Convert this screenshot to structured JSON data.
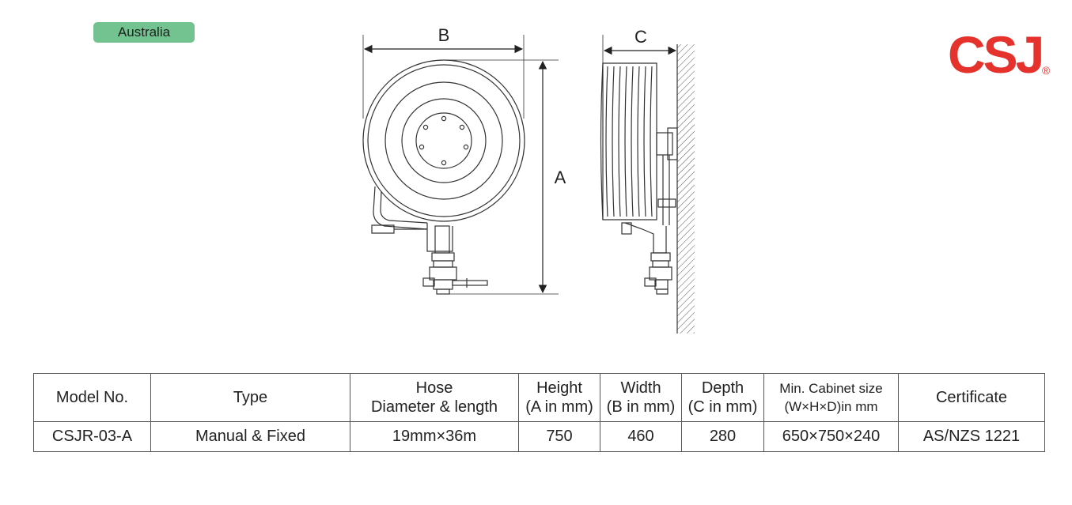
{
  "region_badge": "Australia",
  "brand": {
    "logo_text": "CSJ",
    "registered_mark": "®",
    "color": "#e5322d"
  },
  "diagram": {
    "dimension_labels": {
      "height": "A",
      "width": "B",
      "depth": "C"
    }
  },
  "table": {
    "headers": [
      "Model No.",
      "Type",
      "Hose\nDiameter & length",
      "Height\n(A in mm)",
      "Width\n(B in mm)",
      "Depth\n(C in mm)",
      "Min. Cabinet size\n(W×H×D)in mm",
      "Certificate"
    ],
    "rows": [
      [
        "CSJR-03-A",
        "Manual & Fixed",
        "19mm×36m",
        "750",
        "460",
        "280",
        "650×750×240",
        "AS/NZS 1221"
      ]
    ]
  }
}
